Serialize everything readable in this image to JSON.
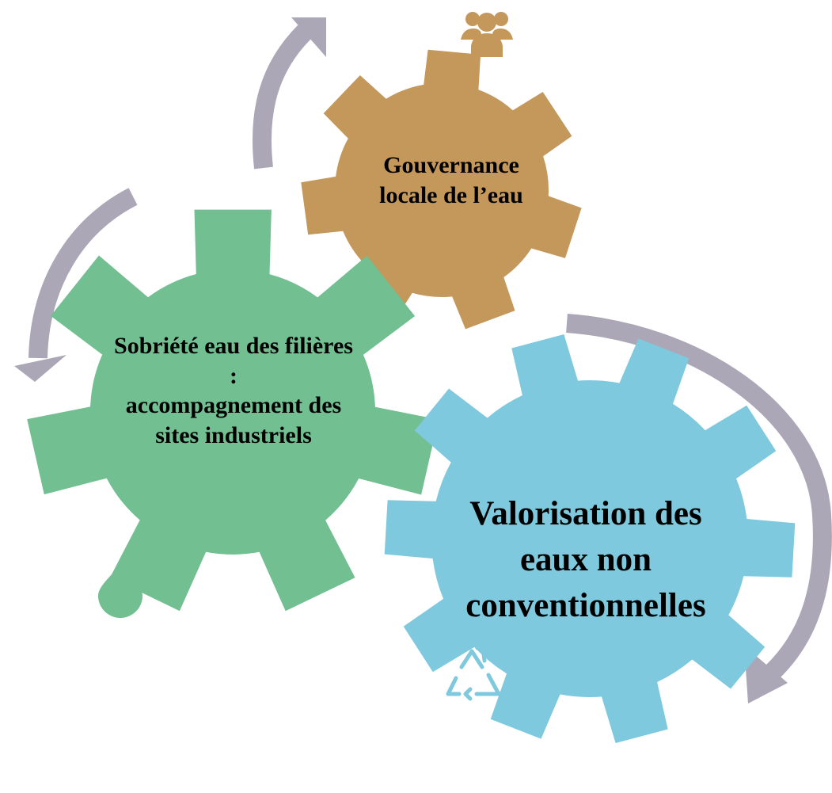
{
  "gears": {
    "gouvernance": {
      "lines": [
        "Gouvernance",
        "locale de l’eau"
      ],
      "color": "#C4975A"
    },
    "sobriete": {
      "lines": [
        "Sobriété eau des filières",
        ":",
        "accompagnement des",
        "sites industriels"
      ],
      "color": "#72BF91"
    },
    "valorisation": {
      "lines": [
        "Valorisation des",
        "eaux non",
        "conventionnelles"
      ],
      "color": "#7FC9DF"
    }
  },
  "arrows": {
    "color": "#ABA7B6"
  },
  "icons": {
    "people": {
      "name": "people-group-icon",
      "color": "#C4975A"
    },
    "drop": {
      "name": "water-drop-icon",
      "color": "#72BF91"
    },
    "recycle": {
      "name": "recycle-icon",
      "color": "#7FC9DF"
    }
  }
}
